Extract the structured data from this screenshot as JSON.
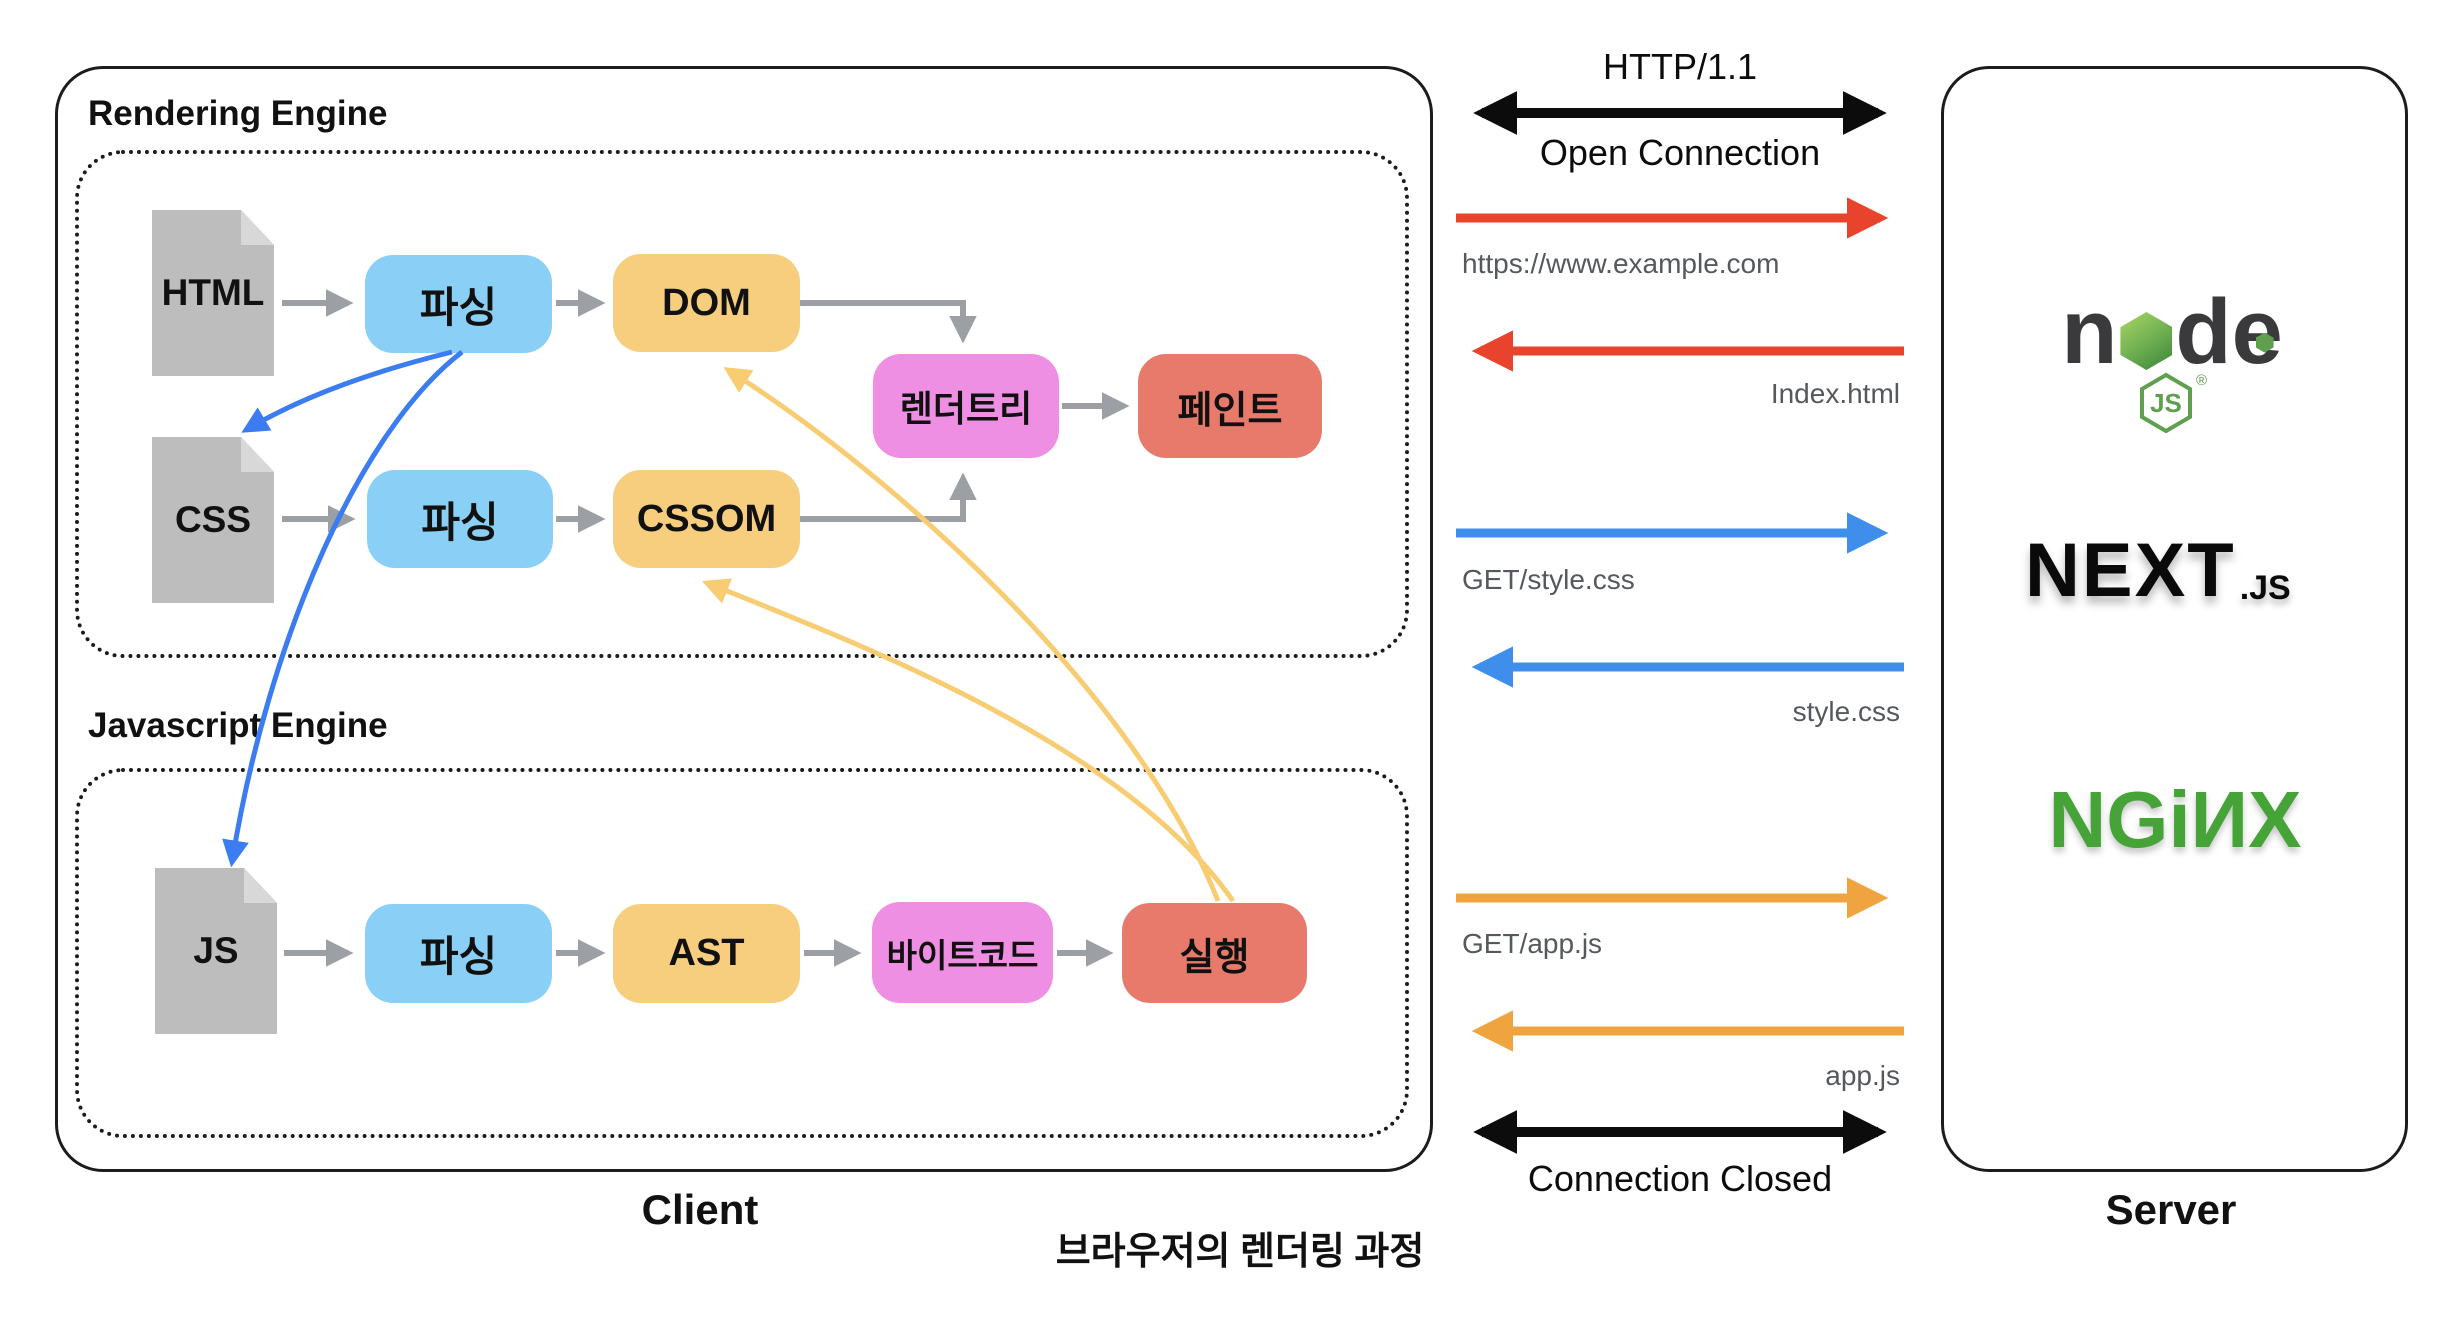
{
  "caption": "브라우저의 렌더링 과정",
  "client": {
    "label": "Client",
    "rendering_engine": {
      "label": "Rendering Engine",
      "html_file": "HTML",
      "css_file": "CSS",
      "parse_html": "파싱",
      "parse_css": "파싱",
      "dom": "DOM",
      "cssom": "CSSOM",
      "render_tree": "렌더트리",
      "paint": "페인트"
    },
    "javascript_engine": {
      "label": "Javascript Engine",
      "js_file": "JS",
      "parse_js": "파싱",
      "ast": "AST",
      "bytecode": "바이트코드",
      "execute": "실행"
    }
  },
  "network": {
    "protocol": "HTTP/1.1",
    "open_connection": "Open Connection",
    "connection_closed": "Connection Closed",
    "messages": [
      {
        "label": "https://www.example.com",
        "direction": "client-to-server",
        "color": "#E8432D"
      },
      {
        "label": "Index.html",
        "direction": "server-to-client",
        "color": "#E8432D"
      },
      {
        "label": "GET/style.css",
        "direction": "client-to-server",
        "color": "#3F8EEC"
      },
      {
        "label": "style.css",
        "direction": "server-to-client",
        "color": "#3F8EEC"
      },
      {
        "label": "GET/app.js",
        "direction": "client-to-server",
        "color": "#F0A43F"
      },
      {
        "label": "app.js",
        "direction": "server-to-client",
        "color": "#F0A43F"
      }
    ]
  },
  "server": {
    "label": "Server",
    "logos": {
      "node_n": "n",
      "node_d": "d",
      "node_e": "e",
      "node_badge": "JS",
      "node_reg": "®",
      "next": "NEXT",
      "next_suffix": ".JS",
      "nginx": "NGiИX"
    }
  },
  "colors": {
    "parse_box_blue": "#8AD0F6",
    "object_box_yellow": "#F6CE7D",
    "tree_box_pink": "#EE8FE3",
    "action_box_red": "#E87A6C",
    "file_icon_gray": "#BDBDBD",
    "flow_arrow_gray": "#9CA0A5",
    "js_feedback_arrow_yellow": "#F8CC72",
    "parser_block_arrow_blue": "#3B7CF0",
    "http_red": "#E8432D",
    "http_blue": "#3F8EEC",
    "http_orange": "#F0A43F",
    "http_black": "#0c0c0c",
    "node_green": "#5FA04E",
    "nginx_green": "#45A338"
  }
}
